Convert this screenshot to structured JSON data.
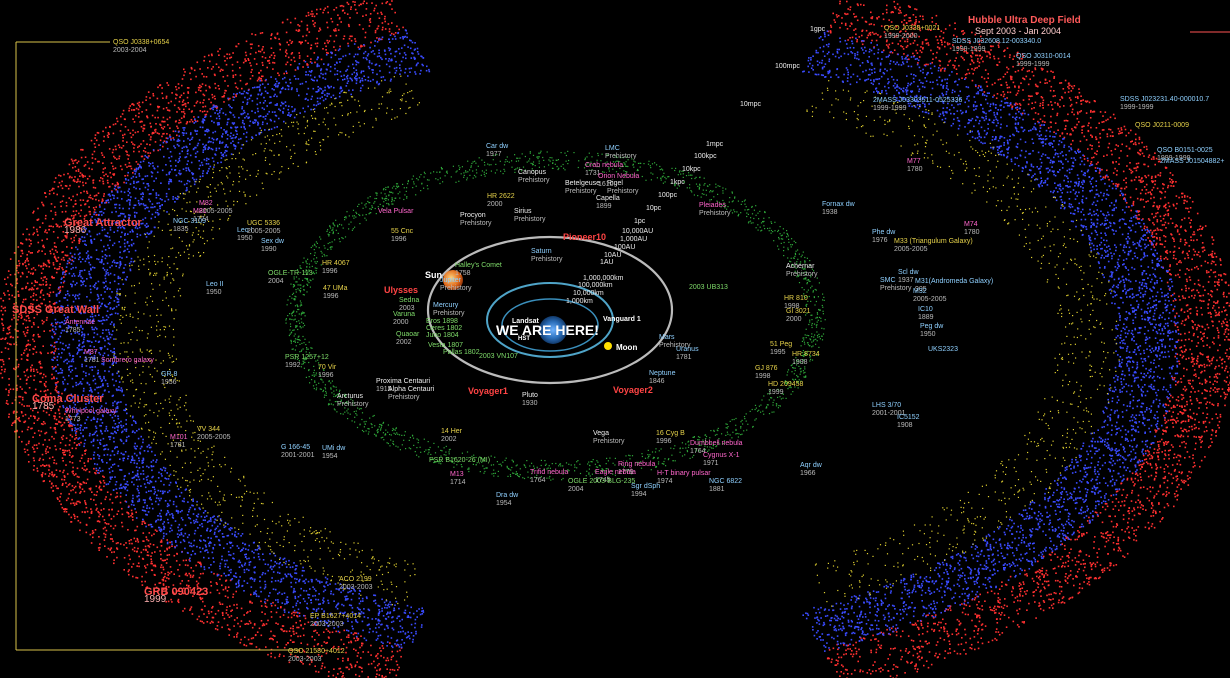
{
  "center": {
    "here": "WE ARE HERE!",
    "sun": "Sun",
    "moon": "Moon",
    "landsat": "Landsat",
    "hst": "HST",
    "vanguard": "Vanguard 1",
    "scale_ring": [
      "1,000,000km",
      "100,000km",
      "10,000km",
      "1,000km"
    ],
    "scale_outer": [
      "1gpc",
      "100mpc",
      "10mpc",
      "1mpc",
      "100kpc",
      "10kpc",
      "1kpc",
      "100pc",
      "10pc",
      "1pc",
      "10,000AU",
      "1,000AU",
      "100AU",
      "10AU",
      "1AU"
    ]
  },
  "hubble": {
    "title": "Hubble Ultra Deep Field",
    "sub": "Sept 2003 - Jan 2004"
  },
  "labels": [
    {
      "k": "pioneer",
      "n": "Pioneer10",
      "d": "",
      "c": "c-red"
    },
    {
      "k": "ulysses",
      "n": "Ulysses",
      "d": "",
      "c": "c-red"
    },
    {
      "k": "voyager1",
      "n": "Voyager1",
      "d": "",
      "c": "c-red"
    },
    {
      "k": "voyager2",
      "n": "Voyager2",
      "d": "",
      "c": "c-red"
    },
    {
      "k": "great-attractor",
      "n": "Great Attractor",
      "d": "1986",
      "c": "c-big"
    },
    {
      "k": "sloan",
      "n": "SDSS Great Wall",
      "d": "",
      "c": "c-big"
    },
    {
      "k": "coma",
      "n": "Coma Cluster",
      "d": "1785",
      "c": "c-big"
    },
    {
      "k": "grb",
      "n": "GRB 090423",
      "d": "1999",
      "c": "c-big"
    },
    {
      "k": "saturn",
      "n": "Saturn",
      "d": "Prehistory",
      "c": "c-cyan"
    },
    {
      "k": "jupiter",
      "n": "Jupiter",
      "d": "Prehistory",
      "c": "c-cyan"
    },
    {
      "k": "mercury",
      "n": "Mercury",
      "d": "Prehistory",
      "c": "c-cyan"
    },
    {
      "k": "mars",
      "n": "Mars",
      "d": "Prehistory",
      "c": "c-cyan"
    },
    {
      "k": "uranus",
      "n": "Uranus",
      "d": "1781",
      "c": "c-cyan"
    },
    {
      "k": "neptune",
      "n": "Neptune",
      "d": "1846",
      "c": "c-cyan"
    },
    {
      "k": "pluto",
      "n": "Pluto",
      "d": "1930",
      "c": "c-white"
    },
    {
      "k": "sedna",
      "n": "Sedna",
      "d": "2003",
      "c": "c-green"
    },
    {
      "k": "varuna",
      "n": "Varuna",
      "d": "2000",
      "c": "c-green"
    },
    {
      "k": "quaoar",
      "n": "Quaoar",
      "d": "2002",
      "c": "c-green"
    },
    {
      "k": "eros",
      "n": "Eros 1898",
      "d": "",
      "c": "c-green"
    },
    {
      "k": "ceres",
      "n": "Ceres 1802",
      "d": "",
      "c": "c-green"
    },
    {
      "k": "juno",
      "n": "Juno 1804",
      "d": "",
      "c": "c-green"
    },
    {
      "k": "vesta",
      "n": "Vesta 1807",
      "d": "",
      "c": "c-green"
    },
    {
      "k": "pallas",
      "n": "Pallas 1802",
      "d": "",
      "c": "c-green"
    },
    {
      "k": "halley",
      "n": "Halley's Comet",
      "d": "1758",
      "c": "c-green"
    },
    {
      "k": "ub313",
      "n": "2003 UB313",
      "d": "",
      "c": "c-green"
    },
    {
      "k": "vn107",
      "n": "2003 VN107",
      "d": "",
      "c": "c-green"
    },
    {
      "k": "lmc",
      "n": "LMC",
      "d": "Prehistory",
      "c": "c-cyan"
    },
    {
      "k": "crab",
      "n": "Crab nebula",
      "d": "1731",
      "c": "c-magenta"
    },
    {
      "k": "orion",
      "n": "Orion Nebula",
      "d": "1610",
      "c": "c-magenta"
    },
    {
      "k": "betelgeuse",
      "n": "Betelgeuse",
      "d": "Prehistory",
      "c": "c-white"
    },
    {
      "k": "rigel",
      "n": "Rigel",
      "d": "Prehistory",
      "c": "c-white"
    },
    {
      "k": "capella",
      "n": "Capella",
      "d": "1899",
      "c": "c-white"
    },
    {
      "k": "canopus",
      "n": "Canopus",
      "d": "Prehistory",
      "c": "c-white"
    },
    {
      "k": "sirius",
      "n": "Sirius",
      "d": "Prehistory",
      "c": "c-white"
    },
    {
      "k": "procyon",
      "n": "Procyon",
      "d": "Prehistory",
      "c": "c-white"
    },
    {
      "k": "pleiades",
      "n": "Pleiades",
      "d": "Prehistory",
      "c": "c-magenta"
    },
    {
      "k": "cardw",
      "n": "Car dw",
      "d": "1977",
      "c": "c-cyan"
    },
    {
      "k": "vela",
      "n": "Vela Pulsar",
      "d": "",
      "c": "c-magenta"
    },
    {
      "k": "55cnc",
      "n": "55 Cnc",
      "d": "1996",
      "c": "c-yellow"
    },
    {
      "k": "hr2622",
      "n": "HR 2622",
      "d": "2000",
      "c": "c-yellow"
    },
    {
      "k": "hr4067",
      "n": "HR 4067",
      "d": "1996",
      "c": "c-yellow"
    },
    {
      "k": "47uma",
      "n": "47 UMa",
      "d": "1996",
      "c": "c-yellow"
    },
    {
      "k": "70vir",
      "n": "70 Vir",
      "d": "1996",
      "c": "c-yellow"
    },
    {
      "k": "proxima",
      "n": "Proxima Centauri",
      "d": "1915",
      "c": "c-white"
    },
    {
      "k": "alphacen",
      "n": "Alpha Centauri",
      "d": "Prehistory",
      "c": "c-white"
    },
    {
      "k": "arcturus",
      "n": "Arcturus",
      "d": "Prehistory",
      "c": "c-white"
    },
    {
      "k": "vega",
      "n": "Vega",
      "d": "Prehistory",
      "c": "c-white"
    },
    {
      "k": "14her",
      "n": "14 Her",
      "d": "2002",
      "c": "c-yellow"
    },
    {
      "k": "16cyg",
      "n": "16 Cyg B",
      "d": "1996",
      "c": "c-yellow"
    },
    {
      "k": "ringneb",
      "n": "Ring nebula",
      "d": "1779",
      "c": "c-magenta"
    },
    {
      "k": "dumbbell",
      "n": "Dumbbell nebula",
      "d": "1764",
      "c": "c-magenta"
    },
    {
      "k": "cygx1",
      "n": "Cygnus X-1",
      "d": "1971",
      "c": "c-magenta"
    },
    {
      "k": "hulse",
      "n": "H-T binary pulsar",
      "d": "1974",
      "c": "c-magenta"
    },
    {
      "k": "eagle",
      "n": "Eagle nebula",
      "d": "1745",
      "c": "c-magenta"
    },
    {
      "k": "trifid",
      "n": "Trifid nebula",
      "d": "1764",
      "c": "c-magenta"
    },
    {
      "k": "ogle235",
      "n": "OGLE 2003-BLG-235",
      "d": "2004",
      "c": "c-green"
    },
    {
      "k": "sgrdsph",
      "n": "Sgr dSph",
      "d": "1994",
      "c": "c-cyan"
    },
    {
      "k": "m13",
      "n": "M13",
      "d": "1714",
      "c": "c-magenta"
    },
    {
      "k": "dradw",
      "n": "Dra dw",
      "d": "1954",
      "c": "c-cyan"
    },
    {
      "k": "ngc6822",
      "n": "NGC 6822",
      "d": "1881",
      "c": "c-cyan"
    },
    {
      "k": "aqrdw",
      "n": "Aqr dw",
      "d": "1966",
      "c": "c-cyan"
    },
    {
      "k": "psr1620",
      "n": "PSR B1620-26 (MI)",
      "d": "",
      "c": "c-green"
    },
    {
      "k": "psr1257",
      "n": "PSR 1257+12",
      "d": "1992",
      "c": "c-green"
    },
    {
      "k": "ogletr",
      "n": "OGLE-TR-113",
      "d": "2004",
      "c": "c-green"
    },
    {
      "k": "leoII",
      "n": "Leo II",
      "d": "1950",
      "c": "c-cyan"
    },
    {
      "k": "leoI",
      "n": "Leo I",
      "d": "1950",
      "c": "c-cyan"
    },
    {
      "k": "sexdw",
      "n": "Sex dw",
      "d": "1990",
      "c": "c-cyan"
    },
    {
      "k": "ugc5336",
      "n": "UGC 5336",
      "d": "2005-2005",
      "c": "c-yellow"
    },
    {
      "k": "ngc3109",
      "n": "NGC 3109",
      "d": "1835",
      "c": "c-cyan"
    },
    {
      "k": "m82",
      "n": "M82",
      "d": "2005-2005",
      "c": "c-magenta"
    },
    {
      "k": "m81",
      "n": "M81",
      "d": "1774",
      "c": "c-magenta"
    },
    {
      "k": "antennae",
      "n": "Antennae",
      "d": "1785",
      "c": "c-magenta"
    },
    {
      "k": "m87",
      "n": "M87",
      "d": "1781",
      "c": "c-magenta"
    },
    {
      "k": "sombrero",
      "n": "Sombrero galaxy",
      "d": "",
      "c": "c-magenta"
    },
    {
      "k": "gr8",
      "n": "GR 8",
      "d": "1956",
      "c": "c-cyan"
    },
    {
      "k": "whirlpool",
      "n": "Whirlpool galaxy",
      "d": "1773",
      "c": "c-magenta"
    },
    {
      "k": "m101",
      "n": "M101",
      "d": "1781",
      "c": "c-magenta"
    },
    {
      "k": "vv344",
      "n": "VV 344",
      "d": "2005-2005",
      "c": "c-yellow"
    },
    {
      "k": "g16645",
      "n": "G 166-45",
      "d": "2001-2001",
      "c": "c-cyan"
    },
    {
      "k": "umidw",
      "n": "UMi dw",
      "d": "1954",
      "c": "c-cyan"
    },
    {
      "k": "pegdw",
      "n": "Peg dw",
      "d": "1950",
      "c": "c-cyan"
    },
    {
      "k": "sculdw",
      "n": "Scl dw",
      "d": "1937",
      "c": "c-cyan"
    },
    {
      "k": "smc",
      "n": "SMC",
      "d": "Prehistory",
      "c": "c-cyan"
    },
    {
      "k": "m31",
      "n": "M31(Andromeda Galaxy)",
      "d": "905",
      "c": "c-cyan"
    },
    {
      "k": "m32",
      "n": "M32",
      "d": "2005-2005",
      "c": "c-cyan"
    },
    {
      "k": "ic10",
      "n": "IC10",
      "d": "1889",
      "c": "c-cyan"
    },
    {
      "k": "ukS",
      "n": "UKS2323",
      "d": "",
      "c": "c-cyan"
    },
    {
      "k": "m33",
      "n": "M33 (Triangulum Galaxy)",
      "d": "2005-2005",
      "c": "c-yellow"
    },
    {
      "k": "m74",
      "n": "M74",
      "d": "1780",
      "c": "c-magenta"
    },
    {
      "k": "m77",
      "n": "M77",
      "d": "1780",
      "c": "c-magenta"
    },
    {
      "k": "phedw",
      "n": "Phe dw",
      "d": "1976",
      "c": "c-cyan"
    },
    {
      "k": "fornax",
      "n": "Fornax dw",
      "d": "1938",
      "c": "c-cyan"
    },
    {
      "k": "lhs",
      "n": "LHS 3/70",
      "d": "2001-2001",
      "c": "c-cyan"
    },
    {
      "k": "ic5152",
      "n": "IC5152",
      "d": "1908",
      "c": "c-cyan"
    },
    {
      "k": "achernar",
      "n": "Achernar",
      "d": "Prehistory",
      "c": "c-white"
    },
    {
      "k": "hr8734",
      "n": "HR 8734",
      "d": "1998",
      "c": "c-yellow"
    },
    {
      "k": "gj876",
      "n": "GJ 876",
      "d": "1998",
      "c": "c-yellow"
    },
    {
      "k": "51peg",
      "n": "51 Peg",
      "d": "1995",
      "c": "c-yellow"
    },
    {
      "k": "hd209458",
      "n": "HD 209458",
      "d": "1999",
      "c": "c-yellow"
    },
    {
      "k": "gj3021",
      "n": "Gl 3021",
      "d": "2000",
      "c": "c-yellow"
    },
    {
      "k": "hr810",
      "n": "HR 810",
      "d": "1998",
      "c": "c-yellow"
    },
    {
      "k": "aco2199",
      "n": "ACO 2199",
      "d": "2003-2003",
      "c": "c-yellow"
    },
    {
      "k": "ep",
      "n": "EP B1627+4014",
      "d": "2003-2003",
      "c": "c-yellow"
    },
    {
      "k": "qso21",
      "n": "QSO 21580+4012",
      "d": "2003-2003",
      "c": "c-yellow"
    },
    {
      "k": "qso0338",
      "n": "QSO J0338+0654",
      "d": "2003-2004",
      "c": "c-yellow"
    },
    {
      "k": "qso0338r",
      "n": "QSO J0338+0021",
      "d": "1999-2000",
      "c": "c-yellow"
    },
    {
      "k": "sdss1",
      "n": "SDSS J032608.12-003340.0",
      "d": "1999-1999",
      "c": "c-cyan"
    },
    {
      "k": "qsoj0310",
      "n": "QSO J0310-0014",
      "d": "1999-1999",
      "c": "c-cyan"
    },
    {
      "k": "sdss2",
      "n": "SDSS J023231.40-000010.7",
      "d": "1999-1999",
      "c": "c-cyan"
    },
    {
      "k": "2mass1",
      "n": "2MASS J03303511-0525336",
      "d": "1999-1999",
      "c": "c-cyan"
    },
    {
      "k": "qso0211",
      "n": "QSO J0211-0009",
      "d": "",
      "c": "c-yellow"
    },
    {
      "k": "qso0151",
      "n": "QSO B0151-0025",
      "d": "1999-1999",
      "c": "c-cyan"
    },
    {
      "k": "2mass2",
      "n": "2MASS J01504882+",
      "d": "",
      "c": "c-cyan"
    }
  ]
}
